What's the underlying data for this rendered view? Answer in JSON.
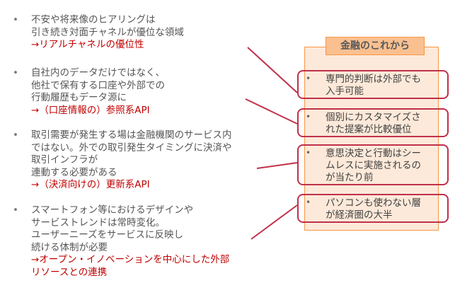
{
  "left_items": [
    {
      "lines": [
        "不安や将来像のヒアリングは",
        "引き続き対面チャネルが優位な領域"
      ],
      "note": "→リアルチャネルの優位性"
    },
    {
      "lines": [
        "自社内のデータだけではなく、",
        "他社で保有する口座や外部での",
        "行動履歴もデータ源に"
      ],
      "note": "→（口座情報の）参照系API"
    },
    {
      "lines": [
        "取引需要が発生する場は金融機関のサービス内",
        "ではない。外での取引発生タイミングに決済や",
        "取引インフラが",
        "連動する必要がある"
      ],
      "note": "→（決済向けの）更新系API"
    },
    {
      "lines": [
        "スマートフォン等におけるデザインや",
        "サービストレンドは常時変化。",
        "ユーザーニーズをサービスに反映し",
        "続ける体制が必要"
      ],
      "note": "→オープン・イノベーションを中心にした外部\nリソースとの連携"
    }
  ],
  "bullet": "•",
  "panel": {
    "title": "金融のこれから",
    "items": [
      {
        "lines": [
          "専門的判断は外部でも",
          "入手可能"
        ]
      },
      {
        "lines": [
          "個別にカスタマイズさ",
          "れた提案が比較優位"
        ]
      },
      {
        "lines": [
          "意思決定と行動はシー",
          "ムレスに実施されるの",
          "が当たり前"
        ]
      },
      {
        "lines": [
          "パソコンも使わない層",
          "が経済圏の大半"
        ]
      }
    ]
  },
  "colors": {
    "text": "#555555",
    "note": "#c00000",
    "connector": "#c0304a",
    "panel_fill": "#fde9d9",
    "title_fill": "#fac090"
  }
}
